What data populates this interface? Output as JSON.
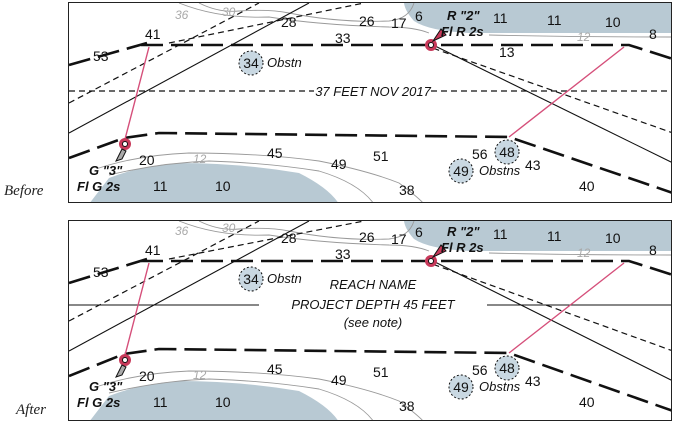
{
  "colors": {
    "shoal_fill": "#b8c9d3",
    "buoy_red": "#c8395a",
    "range_line": "#d54f7a",
    "obstn_fill": "#c9d8e2",
    "ink": "#111111"
  },
  "panels": [
    {
      "caption": "Before",
      "soundings": [
        "53",
        "41",
        "28",
        "26",
        "17",
        "6",
        "11",
        "11",
        "10",
        "8",
        "33",
        "13",
        "20",
        "45",
        "49",
        "51",
        "56",
        "43",
        "40",
        "11",
        "10",
        "38"
      ],
      "depth_contours": [
        "36",
        "30",
        "12",
        "12"
      ],
      "obstn_top": {
        "value": "34",
        "label": "Obstn"
      },
      "obstn_right_a": {
        "value": "48"
      },
      "obstn_right_b": {
        "value": "49",
        "label": "Obstns"
      },
      "buoy_red": {
        "name": "R \"2\"",
        "light": "Fl R 2s"
      },
      "buoy_green": {
        "name": "G \"3\"",
        "light": "Fl G 2s"
      },
      "channel_note": [
        "37 FEET NOV 2017"
      ]
    },
    {
      "caption": "After",
      "soundings": [
        "53",
        "41",
        "28",
        "26",
        "17",
        "6",
        "11",
        "11",
        "10",
        "8",
        "33",
        "20",
        "45",
        "49",
        "51",
        "56",
        "43",
        "40",
        "11",
        "10",
        "38"
      ],
      "depth_contours": [
        "36",
        "30",
        "12",
        "12"
      ],
      "obstn_top": {
        "value": "34",
        "label": "Obstn"
      },
      "obstn_right_a": {
        "value": "48"
      },
      "obstn_right_b": {
        "value": "49",
        "label": "Obstns"
      },
      "buoy_red": {
        "name": "R \"2\"",
        "light": "Fl R 2s"
      },
      "buoy_green": {
        "name": "G \"3\"",
        "light": "Fl G 2s"
      },
      "channel_note": [
        "REACH NAME",
        "PROJECT DEPTH 45 FEET",
        "(see note)"
      ]
    }
  ]
}
